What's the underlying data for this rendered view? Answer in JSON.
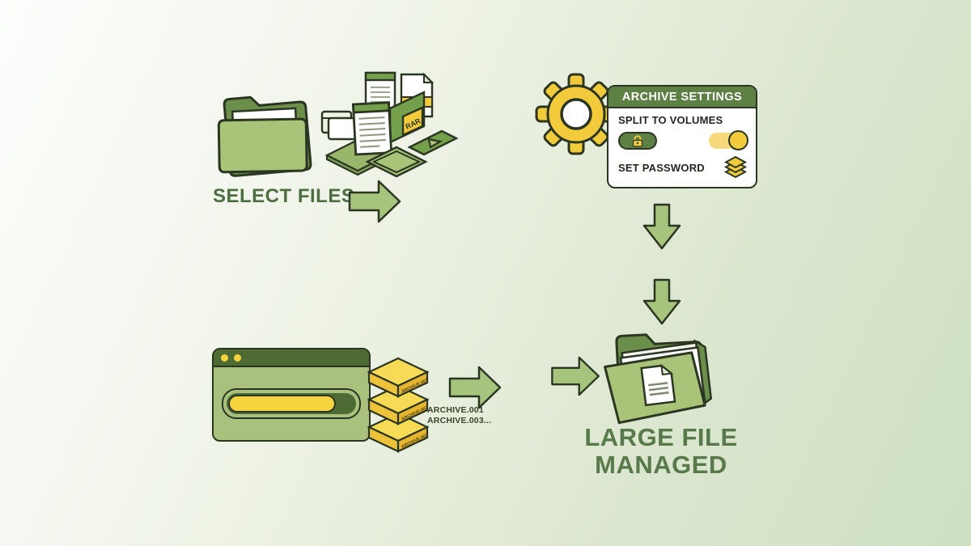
{
  "palette": {
    "outline": "#2b3622",
    "green_dark": "#4d6b33",
    "green_header": "#5d8044",
    "green_folder_front": "#a9c478",
    "green_folder_back": "#6b8e4a",
    "green_arrow": "#a6c47c",
    "yellow": "#f2cb3d",
    "yellow_light": "#f6d97c"
  },
  "step_select": {
    "label": "SELECT FILES",
    "rar_tag": "RAR"
  },
  "step_settings": {
    "title": "ARCHIVE SETTINGS",
    "split_label": "SPLIT TO VOLUMES",
    "toggle_state": "on",
    "password_label": "SET PASSWORD"
  },
  "step_compress": {
    "progress_percent": 85,
    "box_labels": [
      "ARCHIVE.001",
      "ARCHIVE.002",
      "ARCHIVE.003"
    ],
    "caption_line1": "ARCHIVE.001",
    "caption_line2": "ARCHIVE.003..."
  },
  "step_result": {
    "line1": "LARGE FILE",
    "line2": "MANAGED"
  }
}
